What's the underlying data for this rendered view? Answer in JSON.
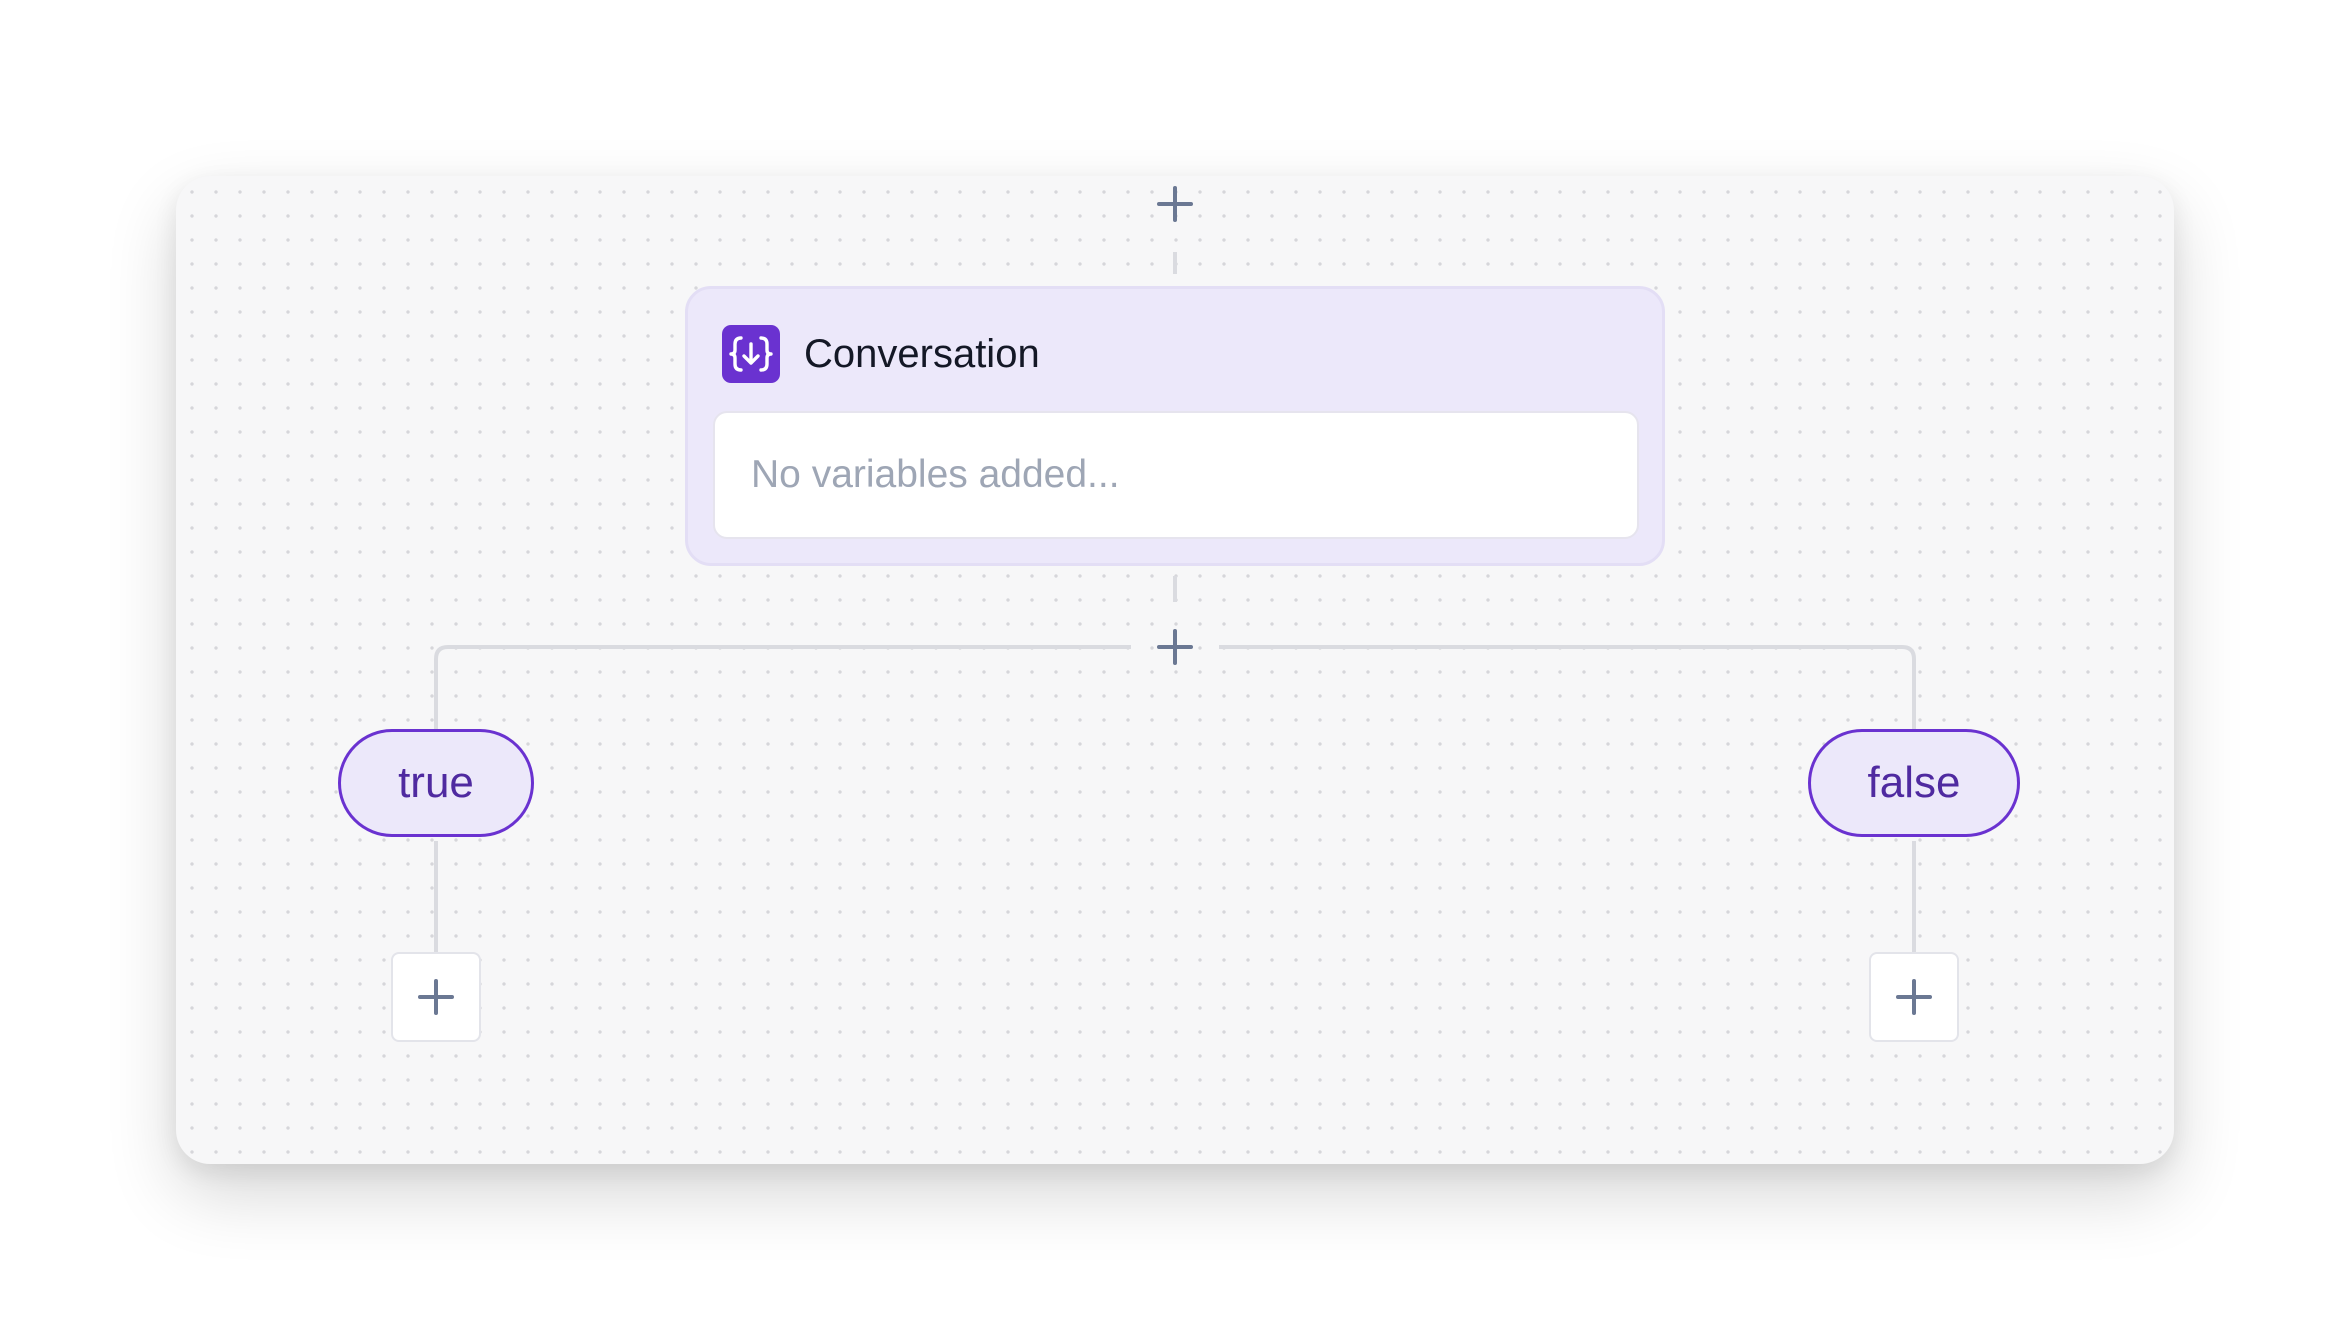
{
  "node": {
    "title": "Conversation",
    "icon": "variable-braces-icon",
    "placeholder": "No variables added...",
    "accent_color": "#6a32d0",
    "background_color": "#ece8fa"
  },
  "branches": {
    "true_label": "true",
    "false_label": "false"
  },
  "icons": {
    "add": "plus-icon"
  }
}
